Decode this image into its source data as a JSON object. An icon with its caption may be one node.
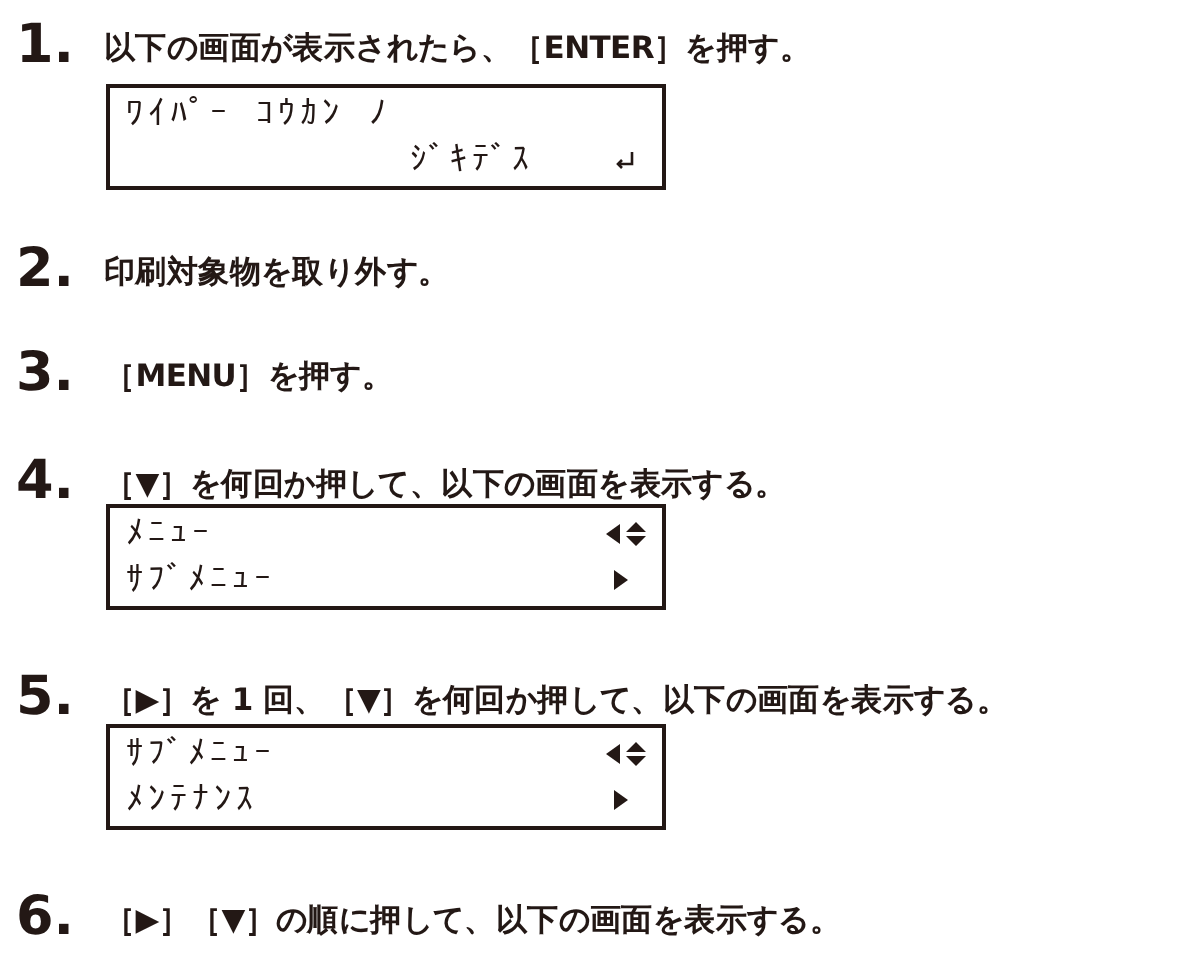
{
  "diagram": {
    "nodes": [
      {
        "text": [
          "ﾜｲﾊﾟｰ ｺｳｶﾝ ﾉ",
          "ｼﾞｷﾃﾞｽ"
        ]
      },
      {
        "text": [
          "ﾒﾆｭｰ",
          "ｻﾌﾞﾒﾆｭｰ"
        ]
      },
      {
        "text": [
          "ｻﾌﾞﾒﾆｭｰ",
          "ﾒﾝﾃﾅﾝｽ"
        ]
      }
    ],
    "labels": [
      "1.",
      "以下の画面が表示されたら、［ENTER］を押す。",
      "2.",
      "印刷対象物を取り外す。",
      "3.",
      "［MENU］を押す。",
      "4.",
      "［▼］を何回か押して、以下の画面を表示する。",
      "5.",
      "［▶］を 1 回、［▼］を何回か押して、以下の画面を表示する。",
      "6.",
      "［▶］［▼］の順に押して、以下の画面を表示する。"
    ]
  }
}
